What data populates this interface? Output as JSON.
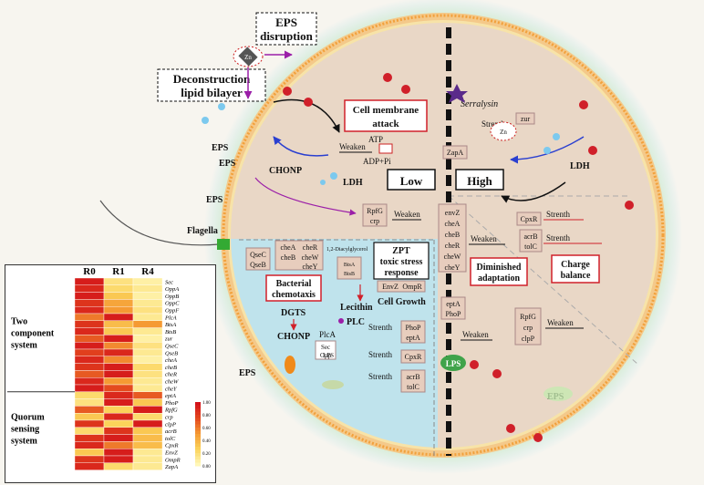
{
  "top_labels": {
    "eps_disruption": [
      "EPS",
      "disruption"
    ],
    "deconstruction": [
      "Deconstruction",
      "lipid bilayer"
    ],
    "zn": "Zn"
  },
  "left_outer": {
    "eps_1": "EPS",
    "eps_2": "EPS",
    "eps_3": "EPS",
    "eps_bottom": "EPS",
    "chonp": "CHONP",
    "ldh": "LDH",
    "flagella": "Flagella"
  },
  "membrane_attack": {
    "title": [
      "Cell membrane",
      "attack"
    ],
    "atp": "ATP",
    "weaken": "Weaken",
    "adp": "ADP+Pi"
  },
  "divider": {
    "low": "Low",
    "high": "High"
  },
  "rpfg_left": {
    "genes": [
      "RpfG",
      "crp"
    ],
    "weaken": "Weaken"
  },
  "chemotaxis": {
    "genes_col1": [
      "QseC",
      "QseB"
    ],
    "genes_col2": [
      "cheA",
      "cheB"
    ],
    "genes_col3": [
      "cheR",
      "cheW",
      "cheY"
    ],
    "diacylglycerol": "1,2-Diacylglycerol",
    "btsa": [
      "BtsA",
      "BtsB"
    ],
    "title": [
      "Bacterial",
      "chemotaxis"
    ],
    "dgts": "DGTS",
    "chonp": "CHONP",
    "sec": [
      "Sec",
      "Opp"
    ],
    "plc": "PLC",
    "plca": "PlcA",
    "lecithin": "Lecithin",
    "lps": "LPS"
  },
  "zpt": {
    "title": [
      "ZPT",
      "toxic stress",
      "response"
    ],
    "genes": [
      "EnvZ",
      "OmpR"
    ],
    "growth": "Cell Growth",
    "strenth": "Strenth",
    "pairs": [
      [
        "PhoP",
        "eptA"
      ],
      [
        "CpxR"
      ],
      [
        "acrB",
        "tolC"
      ]
    ]
  },
  "right_cell": {
    "serralysin": "Serralysin",
    "strenth": "Strenth",
    "zn": "Zn",
    "zur": "zur",
    "zapa": "ZapA",
    "ldh": "LDH",
    "env_genes": [
      "envZ",
      "cheA",
      "cheB",
      "cheR",
      "cheW",
      "cheY"
    ],
    "weaken": "Weaken",
    "diminished": [
      "Diminished",
      "adaptation"
    ],
    "cpxr": "CpxR",
    "acrb": [
      "acrB",
      "tolC"
    ],
    "strenth_1": "Strenth",
    "strenth_2": "Strenth",
    "charge": [
      "Charge",
      "balance"
    ],
    "epta": [
      "eptA",
      "PhoP"
    ],
    "weaken2": "Weaken",
    "lps": "LPS",
    "rpfg_genes": [
      "RpfG",
      "crp",
      "clpP"
    ],
    "weaken3": "Weaken",
    "eps": "EPS"
  },
  "heatmap": {
    "columns": [
      "R0",
      "R1",
      "R4"
    ],
    "groups": [
      {
        "label": [
          "Two",
          "component",
          "system"
        ]
      },
      {
        "label": [
          "Quorum",
          "sensing",
          "system"
        ]
      }
    ],
    "genes": [
      "Sec",
      "OppA",
      "OppB",
      "OppC",
      "OppF",
      "PlcA",
      "BtsA",
      "BtsB",
      "zur",
      "QseC",
      "QseB",
      "cheA",
      "cheB",
      "cheR",
      "cheW",
      "cheY",
      "eptA",
      "PhoP",
      "RpfG",
      "crp",
      "clpP",
      "acrB",
      "tolC",
      "CpxR",
      "EnvZ",
      "OmpR",
      "ZapA"
    ],
    "values": [
      [
        0.95,
        0.15,
        0.05
      ],
      [
        0.9,
        0.2,
        0.1
      ],
      [
        0.95,
        0.3,
        0.05
      ],
      [
        0.85,
        0.45,
        0.1
      ],
      [
        0.9,
        0.5,
        0.15
      ],
      [
        0.6,
        0.95,
        0.1
      ],
      [
        0.85,
        0.35,
        0.5
      ],
      [
        0.9,
        0.3,
        0.1
      ],
      [
        0.7,
        0.95,
        0.05
      ],
      [
        0.95,
        0.55,
        0.15
      ],
      [
        0.8,
        0.9,
        0.1
      ],
      [
        0.9,
        0.55,
        0.05
      ],
      [
        0.85,
        0.95,
        0.2
      ],
      [
        0.7,
        0.95,
        0.15
      ],
      [
        0.9,
        0.5,
        0.1
      ],
      [
        0.95,
        0.75,
        0.1
      ],
      [
        0.2,
        0.9,
        0.7
      ],
      [
        0.15,
        0.95,
        0.3
      ],
      [
        0.7,
        0.25,
        0.95
      ],
      [
        0.3,
        0.9,
        0.2
      ],
      [
        0.85,
        0.25,
        0.95
      ],
      [
        0.2,
        0.85,
        0.3
      ],
      [
        0.85,
        0.95,
        0.35
      ],
      [
        0.9,
        0.6,
        0.35
      ],
      [
        0.3,
        0.95,
        0.1
      ],
      [
        0.85,
        0.95,
        0.1
      ],
      [
        0.9,
        0.2,
        0.1
      ]
    ],
    "scale_ticks": [
      "1.00",
      "0.80",
      "0.60",
      "0.40",
      "0.20",
      "0.00"
    ],
    "colors": [
      "#fff7b8",
      "#fbd35a",
      "#f59a33",
      "#e44a1e",
      "#d3121a"
    ]
  }
}
